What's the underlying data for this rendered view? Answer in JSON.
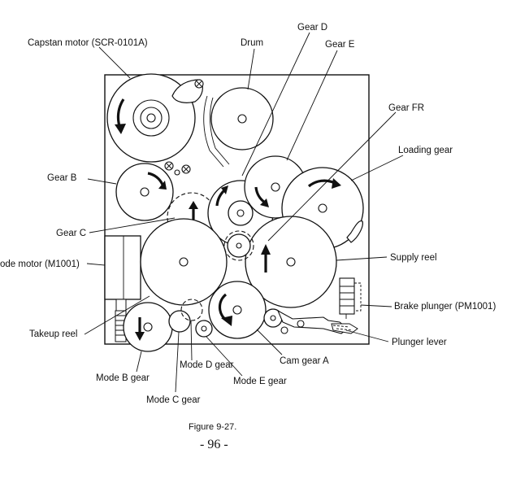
{
  "labels": {
    "capstan_motor": "Capstan motor (SCR-0101A)",
    "drum": "Drum",
    "gear_d": "Gear D",
    "gear_e": "Gear E",
    "gear_fr": "Gear FR",
    "loading_gear": "Loading gear",
    "gear_b": "Gear B",
    "gear_c": "Gear C",
    "mode_motor": "ode motor (M1001)",
    "supply_reel": "Supply reel",
    "brake_plunger": "Brake plunger (PM1001)",
    "takeup_reel": "Takeup reel",
    "plunger_lever": "Plunger lever",
    "cam_gear_a": "Cam gear A",
    "mode_d_gear": "Mode D gear",
    "mode_b_gear": "Mode B gear",
    "mode_e_gear": "Mode E gear",
    "mode_c_gear": "Mode C gear"
  },
  "caption": "Figure 9-27.",
  "page_number": "- 96 -"
}
